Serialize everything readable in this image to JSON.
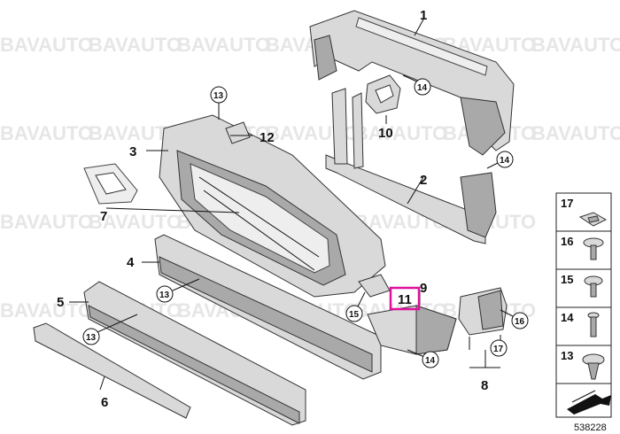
{
  "watermark": "BAVAUTO",
  "catalog_number": "538228",
  "highlighted_part": "11",
  "highlight_color": "#e0109a",
  "callouts": [
    "1",
    "2",
    "3",
    "4",
    "5",
    "6",
    "7",
    "8",
    "9",
    "10",
    "11",
    "12"
  ],
  "circle_callouts": [
    "13",
    "14",
    "15",
    "16",
    "17"
  ],
  "side_panel": [
    "17",
    "16",
    "15",
    "14",
    "13"
  ]
}
